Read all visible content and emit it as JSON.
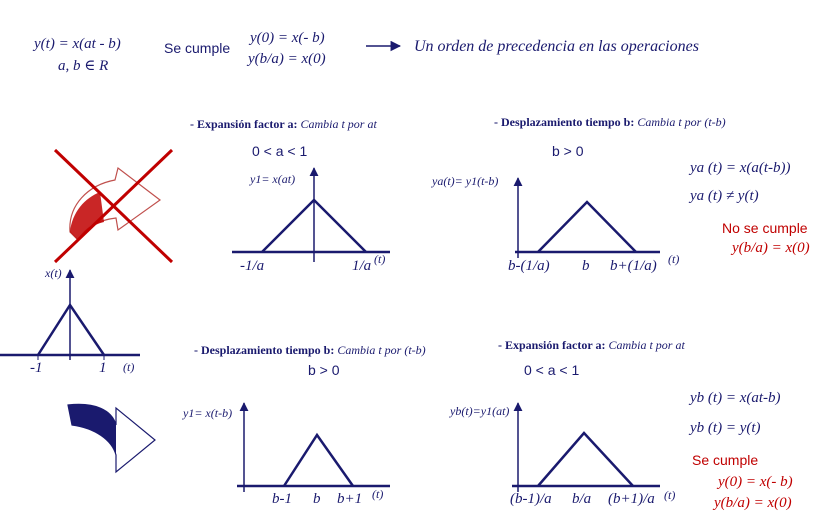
{
  "header": {
    "def_line1": "y(t) = x(at - b)",
    "def_line2": "a, b ∈ R",
    "se_cumple": "Se cumple",
    "cond1": "y(0) = x(- b)",
    "cond2": "y(b/a) = x(0)",
    "arrow_text": "Un orden de precedencia en las operaciones"
  },
  "top_left_panel": {
    "title_bold": "- Expansión factor a:",
    "title_rest": " Cambia t por at",
    "condition": "0 < a < 1",
    "ylabel": "y1= x(at)",
    "tick_left": "-1/a",
    "tick_right": "1/a",
    "tick_unit": "(t)"
  },
  "top_right_panel": {
    "title_bold": "- Desplazamiento tiempo b:",
    "title_rest": " Cambia t por (t-b)",
    "condition": "b > 0",
    "ylabel": "ya(t)= y1(t-b)",
    "tick_left": "b-(1/a)",
    "tick_mid": "b",
    "tick_right": "b+(1/a)",
    "tick_unit": "(t)",
    "eq1": "ya (t) = x(a(t-b))",
    "eq2": "ya (t) ≠ y(t)",
    "no_cumple": "No se cumple",
    "no_cumple_eq": "y(b/a) = x(0)"
  },
  "original": {
    "ylabel": "x(t)",
    "tick_left": "-1",
    "tick_right": "1",
    "tick_unit": "(t)"
  },
  "bottom_left_panel": {
    "title_bold": "- Desplazamiento tiempo b:",
    "title_rest": " Cambia t por (t-b)",
    "condition": "b > 0",
    "ylabel": "y1= x(t-b)",
    "tick_left": "b-1",
    "tick_mid": "b",
    "tick_right": "b+1",
    "tick_unit": "(t)"
  },
  "bottom_right_panel": {
    "title_bold": "- Expansión factor a:",
    "title_rest": " Cambia t por at",
    "condition": "0 < a < 1",
    "ylabel": "yb(t)=y1(at)",
    "tick_left": "(b-1)/a",
    "tick_mid": "b/a",
    "tick_right": "(b+1)/a",
    "tick_unit": "(t)",
    "eq1": "yb (t) = x(at-b)",
    "eq2": "yb (t) = y(t)",
    "se_cumple": "Se cumple",
    "cumple_eq1": "y(0) = x(- b)",
    "cumple_eq2": "y(b/a) = x(0)"
  },
  "colors": {
    "navy": "#1a1a6e",
    "red": "#c00000"
  }
}
